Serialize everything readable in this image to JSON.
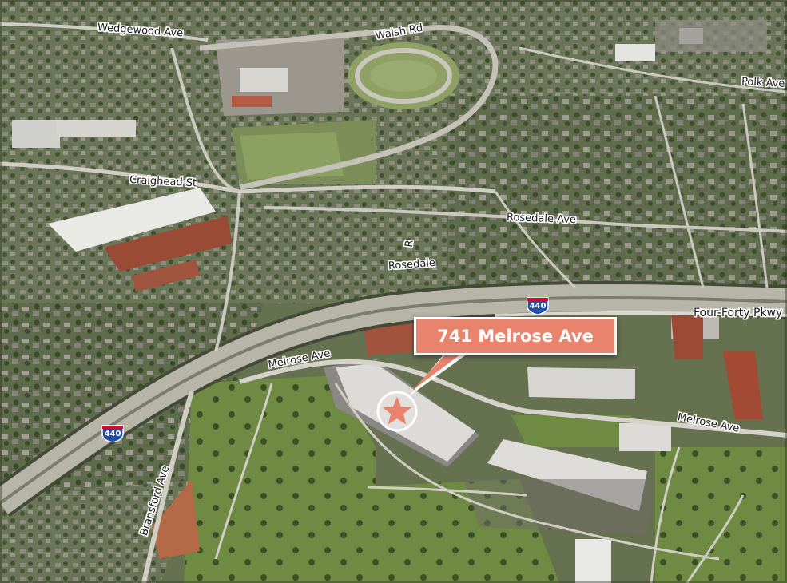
{
  "map": {
    "view": "3D aerial satellite view",
    "colors": {
      "callout_fill": "#e8846e",
      "callout_border": "#ffffff",
      "marker_fill": "#e8846e",
      "interstate_shield_blue": "#1f4fa8",
      "interstate_shield_red": "#c8102e"
    }
  },
  "location": {
    "address": "741 Melrose Ave",
    "marker_icon": "star-icon"
  },
  "roads": {
    "wedgewood": "Wedgewood Ave",
    "walsh": "Walsh Rd",
    "polk": "Polk Ave",
    "craighead": "Craighead St",
    "rosedale_ave": "Rosedale Ave",
    "rosedale_short": "Rosedale",
    "rosedale_short_suffix": "R",
    "four_forty": "Four-Forty Pkwy",
    "melrose_west": "Melrose Ave",
    "melrose_east": "Melrose Ave",
    "bransford": "Bransford Ave"
  },
  "shields": {
    "i440_top": "440",
    "i440_bottom": "440"
  }
}
